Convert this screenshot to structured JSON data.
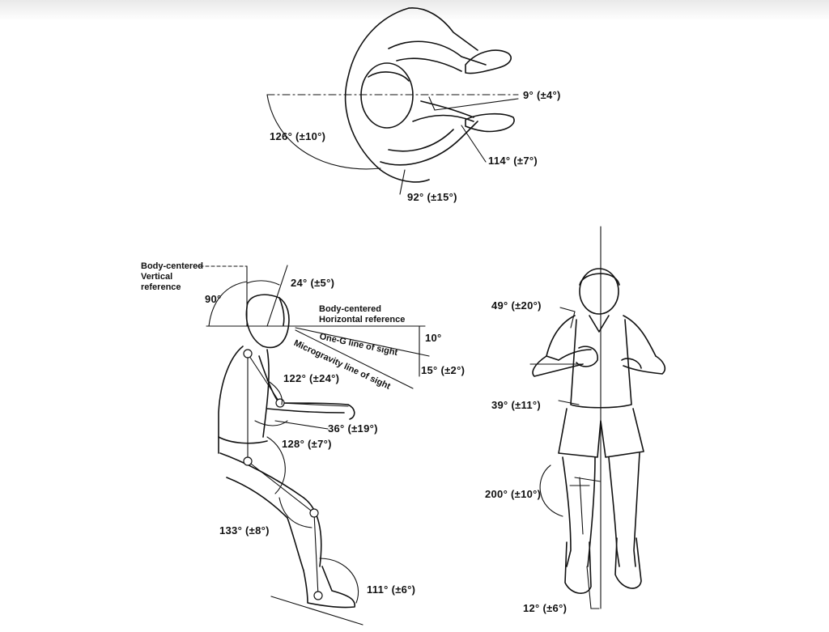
{
  "annotations": {
    "top_view": {
      "a1": "9° (±4°)",
      "a2": "126° (±10°)",
      "a3": "114° (±7°)",
      "a4": "92° (±15°)"
    },
    "side_view": {
      "vertical_ref_line1": "Body-centered",
      "vertical_ref_line2": "Vertical",
      "vertical_ref_line3": "reference",
      "a_90": "90°",
      "a_24": "24° (±5°)",
      "horizontal_ref_line1": "Body-centered",
      "horizontal_ref_line2": "Horizontal reference",
      "one_g": "One-G line of sight",
      "microgravity": "Microgravity line of sight",
      "a_10": "10°",
      "a_15": "15° (±2°)",
      "a_122": "122° (±24°)",
      "a_36": "36° (±19°)",
      "a_128": "128° (±7°)",
      "a_133": "133° (±8°)",
      "a_111": "111° (±6°)"
    },
    "front_view": {
      "a_49": "49° (±20°)",
      "a_39": "39° (±11°)",
      "a_200": "200° (±10°)",
      "a_12": "12° (±6°)"
    }
  }
}
